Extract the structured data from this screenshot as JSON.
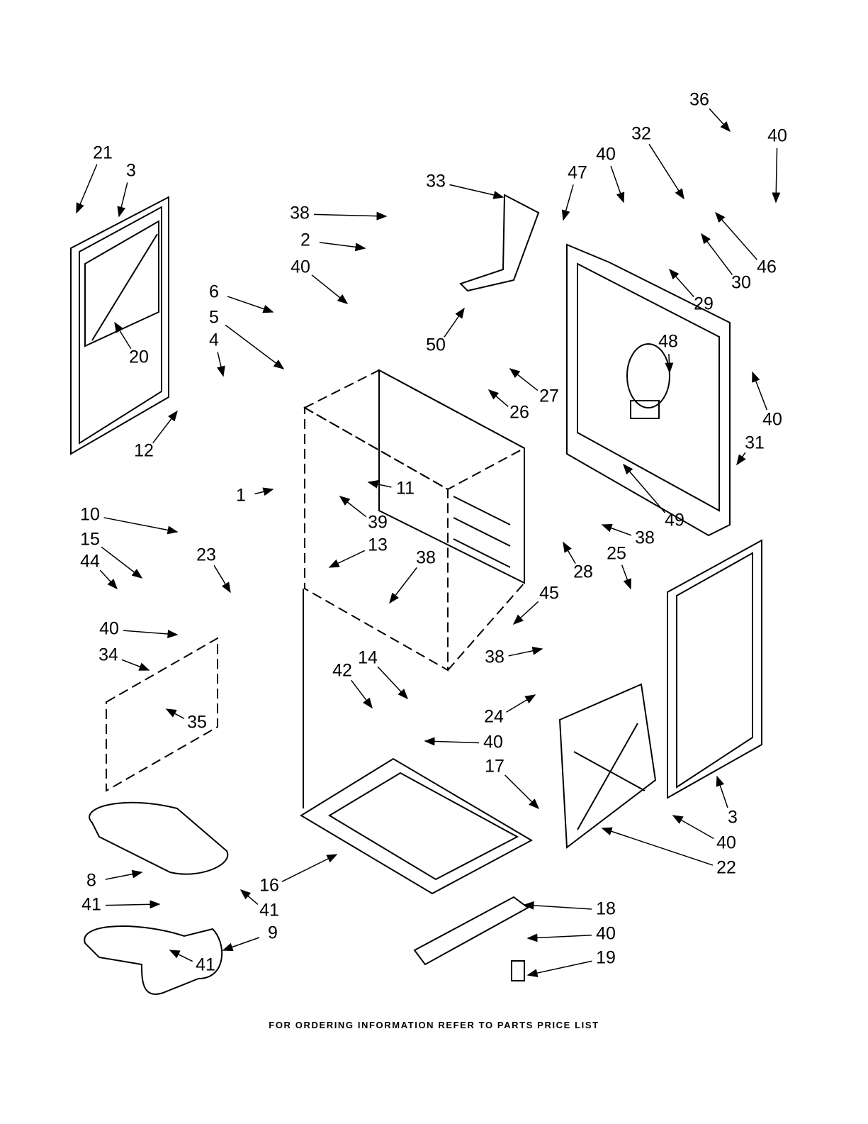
{
  "diagram": {
    "type": "exploded-parts-diagram",
    "callouts": [
      "21",
      "3",
      "20",
      "12",
      "4",
      "5",
      "6",
      "40",
      "2",
      "38",
      "33",
      "47",
      "40",
      "32",
      "36",
      "40",
      "46",
      "30",
      "29",
      "50",
      "48",
      "27",
      "26",
      "40",
      "31",
      "49",
      "1",
      "11",
      "39",
      "10",
      "15",
      "44",
      "23",
      "13",
      "38",
      "28",
      "38",
      "25",
      "45",
      "40",
      "34",
      "35",
      "42",
      "14",
      "38",
      "24",
      "40",
      "17",
      "3",
      "40",
      "22",
      "8",
      "41",
      "16",
      "41",
      "9",
      "41",
      "18",
      "40",
      "19"
    ],
    "footer": "FOR ORDERING INFORMATION REFER TO PARTS PRICE LIST"
  }
}
